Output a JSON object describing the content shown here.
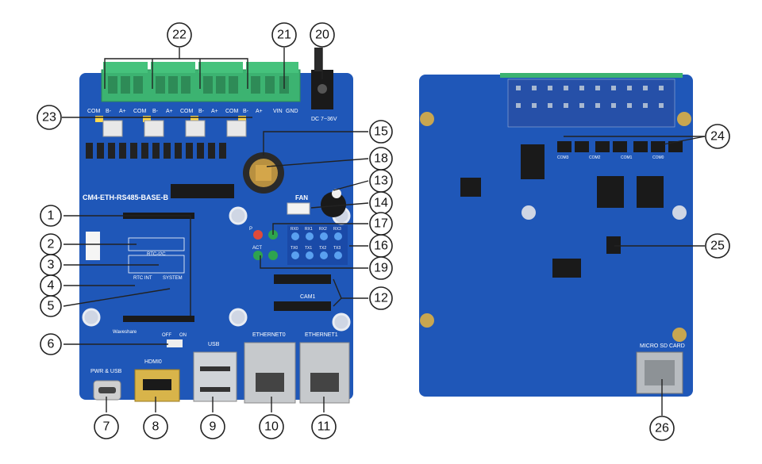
{
  "diagram": {
    "callouts_front": [
      "1",
      "2",
      "3",
      "4",
      "5",
      "6",
      "7",
      "8",
      "9",
      "10",
      "11",
      "12",
      "13",
      "14",
      "15",
      "16",
      "17",
      "18",
      "19",
      "20",
      "21",
      "22",
      "23"
    ],
    "callouts_back": [
      "24",
      "25",
      "26"
    ],
    "silkscreen": {
      "board_name": "CM4-ETH-RS485-BASE-B",
      "terminal_labels": [
        "COM",
        "B-",
        "A+",
        "COM",
        "B-",
        "A+",
        "COM",
        "B-",
        "A+",
        "COM",
        "B-",
        "A+"
      ],
      "vin": "VIN",
      "gnd": "GND",
      "dc": "DC 7~36V",
      "fan": "FAN",
      "pwr_usb": "PWR & USB",
      "hdmi": "HDMI0",
      "usb": "USB",
      "eth0": "ETHERNET0",
      "eth1": "ETHERNET1",
      "cam1": "CAM1",
      "brand": "Waveshare",
      "off": "OFF",
      "on": "ON",
      "led_p": "P",
      "led_act": "ACT",
      "uart_rx": [
        "RX0",
        "RX1",
        "RX2",
        "RX3"
      ],
      "uart_tx": [
        "TX0",
        "TX1",
        "TX2",
        "TX3"
      ],
      "rtc_i2c": "RTC-I2C",
      "rtc_int": "RTC INT",
      "system": "SYSTEM",
      "micro_sd": "MICRO SD CARD",
      "com_labels": [
        "COM3",
        "COM2",
        "COM1",
        "COM0"
      ]
    }
  }
}
